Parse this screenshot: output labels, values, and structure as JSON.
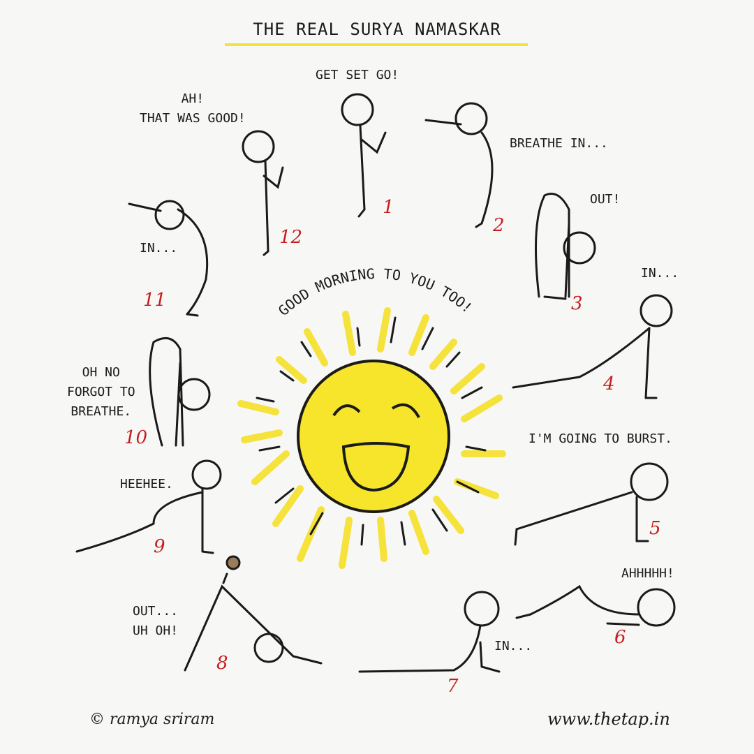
{
  "title": "THE REAL SURYA NAMASKAR",
  "center_caption": "GOOD MORNING TO YOU TOO!",
  "credit": "© ramya sriram",
  "website": "www.thetap.in",
  "colors": {
    "sun": "#f7e52b",
    "sun_rays": "#f5e23a",
    "numbers": "#c61e1e",
    "ink": "#1a1a1a",
    "underline": "#f4e23a"
  },
  "steps": [
    {
      "number": "1",
      "caption": "GET SET GO!"
    },
    {
      "number": "2",
      "caption": "BREATHE IN..."
    },
    {
      "number": "3",
      "caption": "OUT!"
    },
    {
      "number": "4",
      "caption": "IN..."
    },
    {
      "number": "5",
      "caption": "I'M GOING TO BURST."
    },
    {
      "number": "6",
      "caption": "AHHHHH!"
    },
    {
      "number": "7",
      "caption": "IN..."
    },
    {
      "number": "8",
      "caption": "OUT...\nUH OH!"
    },
    {
      "number": "9",
      "caption": "HEEHEE."
    },
    {
      "number": "10",
      "caption": "OH NO\nFORGOT TO\nBREATHE."
    },
    {
      "number": "11",
      "caption": "IN..."
    },
    {
      "number": "12",
      "caption": "AH!\nTHAT WAS GOOD!"
    }
  ]
}
